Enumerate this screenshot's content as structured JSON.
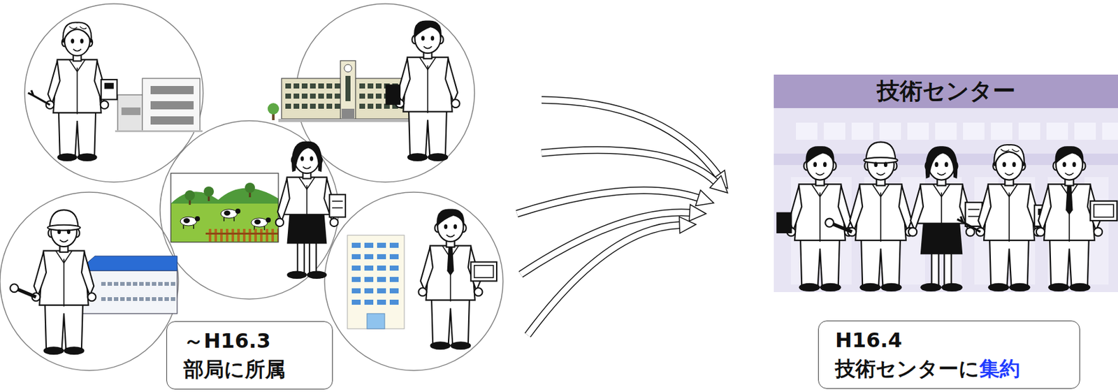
{
  "diagram": {
    "nodes": [
      {
        "text": [
          "～H16.3",
          "部局に所属"
        ]
      },
      {
        "text": [
          "技術センター"
        ]
      },
      {
        "text": [
          "H16.4",
          "技術センターに",
          "集約"
        ]
      }
    ]
  }
}
